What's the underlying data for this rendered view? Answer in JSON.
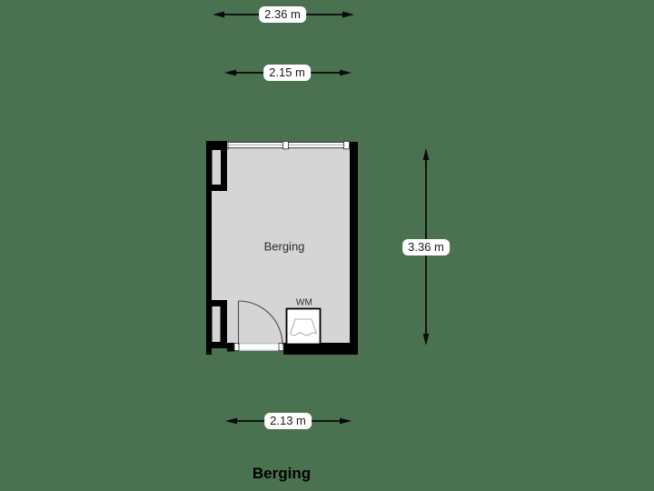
{
  "title": "Berging",
  "room": {
    "name": "Berging",
    "appliance_label": "WM"
  },
  "dimensions": {
    "top_outer": {
      "label": "2.36 m"
    },
    "top_inner": {
      "label": "2.15 m"
    },
    "right": {
      "label": "3.36 m"
    },
    "bottom": {
      "label": "2.13 m"
    }
  },
  "icons": {
    "window": "window-icon",
    "door": "door-swing-icon",
    "washing_machine": "washing-machine-icon",
    "dimension_arrow": "double-arrow-icon"
  },
  "colors": {
    "background": "#4a7150",
    "wall": "#000000",
    "room_fill": "#d5d5d5",
    "window_fill": "#ffffff",
    "window_line": "#3f3f3f",
    "window_mid_line": "#9a9a9a",
    "door_line": "#4a4a4a",
    "wm_icon_stroke": "#b0b0b0",
    "dim_line": "#0a0a0a",
    "dim_label_bg": "#ffffff",
    "dim_text": "#1b1b1b",
    "room_text": "#2b2b2b",
    "title_text": "#000000"
  }
}
